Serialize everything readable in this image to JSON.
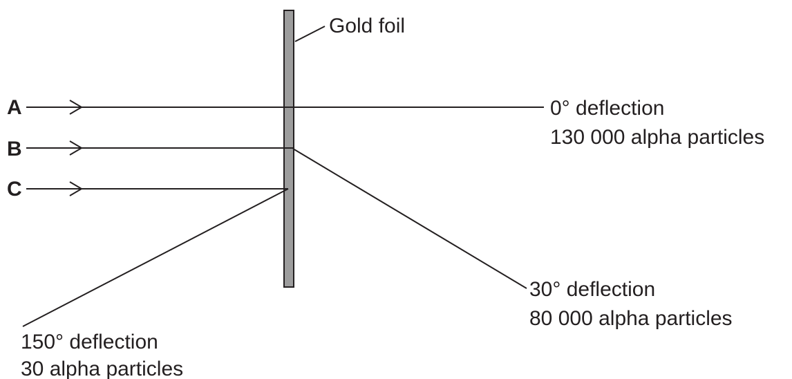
{
  "foil": {
    "label": "Gold foil",
    "fill_color": "#9d9d9d"
  },
  "paths": [
    {
      "label": "A"
    },
    {
      "label": "B"
    },
    {
      "label": "C"
    }
  ],
  "results": [
    {
      "deflection": "0° deflection",
      "particles": "130 000 alpha particles"
    },
    {
      "deflection": "30° deflection",
      "particles": "80 000 alpha particles"
    },
    {
      "deflection": "150° deflection",
      "particles": "30 alpha particles"
    }
  ]
}
